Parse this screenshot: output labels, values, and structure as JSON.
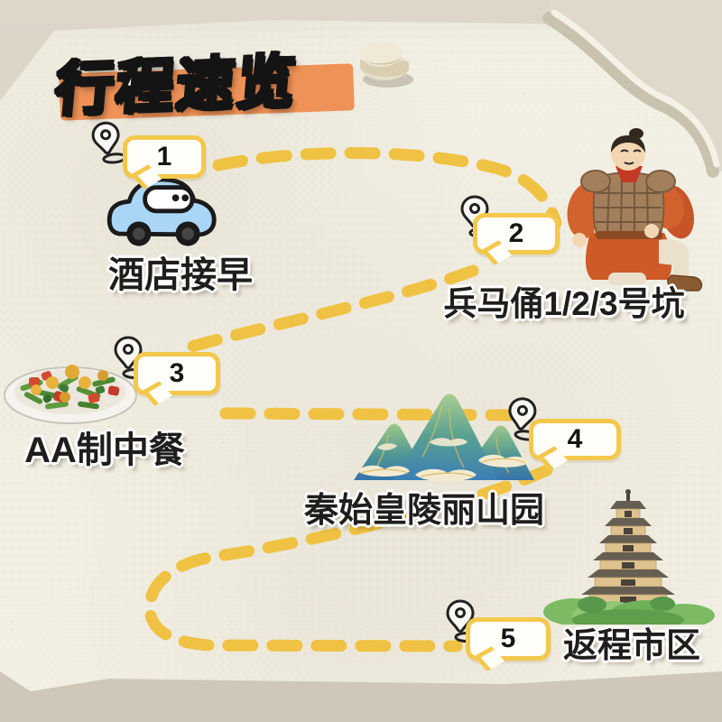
{
  "title": "行程速览",
  "stops": [
    {
      "number": "1",
      "label": "酒店接早",
      "icon": "taxi-car-icon"
    },
    {
      "number": "2",
      "label": "兵马俑1/2/3号坑",
      "icon": "terracotta-warrior-icon"
    },
    {
      "number": "3",
      "label": "AA制中餐",
      "icon": "lunch-dish-icon"
    },
    {
      "number": "4",
      "label": "秦始皇陵丽山园",
      "icon": "mountains-icon"
    },
    {
      "number": "5",
      "label": "返程市区",
      "icon": "pagoda-icon"
    }
  ],
  "colors": {
    "route_dash": "#f0c243",
    "bubble_border": "#f3c84c",
    "title_highlight": "#ef9257",
    "paper": "#f2efe4",
    "backdrop": "#d7d0c2"
  }
}
